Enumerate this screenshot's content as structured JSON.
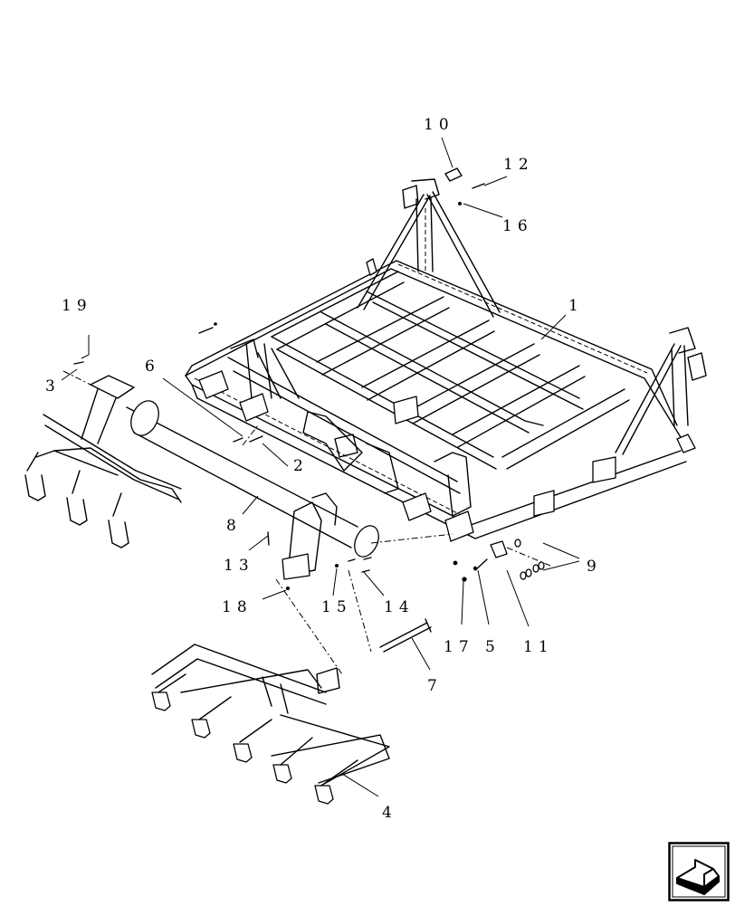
{
  "callouts": [
    {
      "id": "c1",
      "label": "1"
    },
    {
      "id": "c2",
      "label": "2"
    },
    {
      "id": "c3",
      "label": "3"
    },
    {
      "id": "c4",
      "label": "4"
    },
    {
      "id": "c5",
      "label": "5"
    },
    {
      "id": "c6",
      "label": "6"
    },
    {
      "id": "c7",
      "label": "7"
    },
    {
      "id": "c8",
      "label": "8"
    },
    {
      "id": "c9",
      "label": "9"
    },
    {
      "id": "c10",
      "label": "10"
    },
    {
      "id": "c11",
      "label": "11"
    },
    {
      "id": "c12",
      "label": "12"
    },
    {
      "id": "c13",
      "label": "13"
    },
    {
      "id": "c14",
      "label": "14"
    },
    {
      "id": "c15",
      "label": "15"
    },
    {
      "id": "c16",
      "label": "16"
    },
    {
      "id": "c17",
      "label": "17"
    },
    {
      "id": "c18",
      "label": "18"
    },
    {
      "id": "c19",
      "label": "19"
    }
  ],
  "navigation": {
    "icon": "next-page-arrow-icon"
  }
}
